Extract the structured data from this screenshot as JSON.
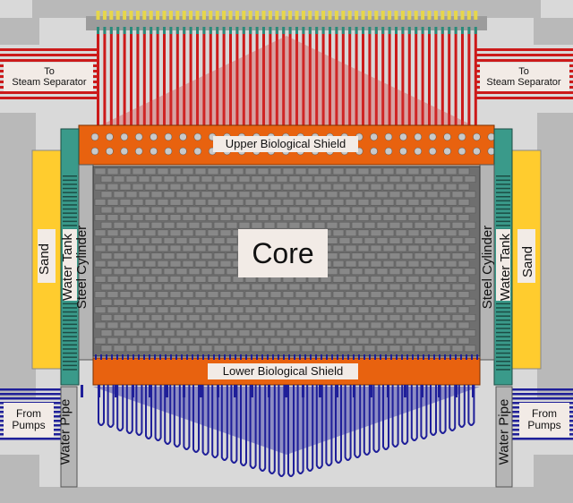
{
  "labels": {
    "upper_shield": "Upper Biological Shield",
    "lower_shield": "Lower Biological Shield",
    "core": "Core",
    "steam_left_line1": "To",
    "steam_left_line2": "Steam Separator",
    "steam_right_line1": "To",
    "steam_right_line2": "Steam Separator",
    "pumps_left_line1": "From",
    "pumps_left_line2": "Pumps",
    "pumps_right_line1": "From",
    "pumps_right_line2": "Pumps",
    "sand": "Sand",
    "water_tank": "Water Tank",
    "steel_cylinder": "Steel Cylinder",
    "water_pipe": "Water Pipe"
  },
  "colors": {
    "red_pipes": "#cc1a1a",
    "blue_pipes": "#1f1f99",
    "orange_shield": "#e8620f",
    "sand": "#ffcc2e",
    "water_tank": "#3a9a8a",
    "core_blocks": "#888888",
    "concrete": "#b9b9b9"
  }
}
